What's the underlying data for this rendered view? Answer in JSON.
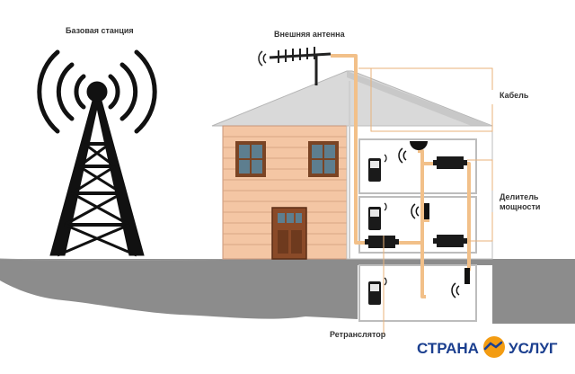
{
  "labels": {
    "base_station": "Базовая станция",
    "external_antenna": "Внешняя антенна",
    "cable": "Кабель",
    "power_divider_line1": "Делитель",
    "power_divider_line2": "мощности",
    "repeater": "Ретранслятор"
  },
  "watermark": {
    "left": "СТРАНА",
    "right": "УСЛУГ",
    "icon": "handshake-icon"
  },
  "colors": {
    "cable": "#f2c089",
    "tower": "#111111",
    "ground": "#8c8c8c",
    "house_wall": "#f4c6a4",
    "roof": "#d9d9d9",
    "door": "#8a4a28",
    "brand_blue": "#1b3f8f",
    "brand_orange": "#f39c12"
  },
  "icons": [
    "signal-waves-icon",
    "tower-icon",
    "antenna-icon",
    "window-icon",
    "door-icon",
    "mobile-phone-icon",
    "indoor-antenna-icon",
    "splitter-icon",
    "repeater-icon"
  ]
}
